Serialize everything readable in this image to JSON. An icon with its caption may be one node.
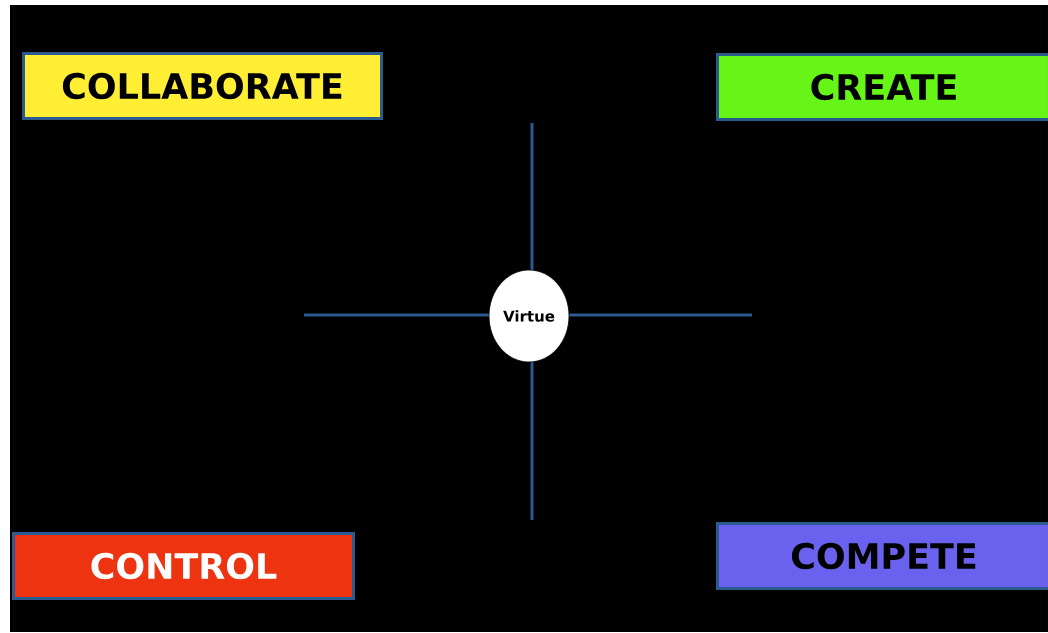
{
  "diagram": {
    "nodes": [
      {
        "text": [
          "COLLABORATE"
        ]
      },
      {
        "text": [
          "CREATE"
        ]
      },
      {
        "text": [
          "Virtue"
        ]
      },
      {
        "text": [
          "CONTROL"
        ]
      },
      {
        "text": [
          "COMPETE"
        ]
      }
    ]
  }
}
